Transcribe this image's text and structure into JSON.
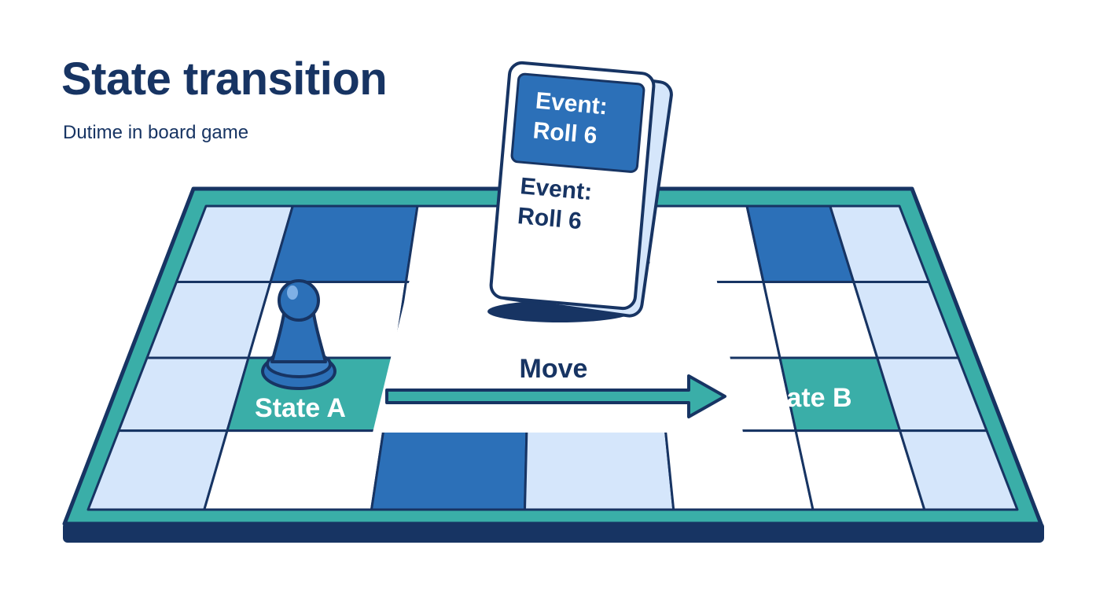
{
  "header": {
    "title": "State transition",
    "subtitle": "Dutime in board game"
  },
  "board": {
    "rows": 4,
    "cols": 7,
    "squares": [
      [
        "light",
        "dark",
        "white",
        "white",
        "white",
        "dark",
        "light"
      ],
      [
        "light",
        "white",
        "white",
        "white",
        "white",
        "white",
        "light"
      ],
      [
        "light",
        "state",
        "white",
        "white",
        "white",
        "state",
        "light"
      ],
      [
        "light",
        "white",
        "dark",
        "light",
        "white",
        "white",
        "light"
      ]
    ],
    "colors": {
      "frame": "#3aaea8",
      "outline": "#173463",
      "light": "#d5e6fb",
      "dark": "#2c70b8",
      "white": "#ffffff",
      "state": "#3aaea8",
      "path": "#ffffff"
    }
  },
  "states": {
    "a_label": "State A",
    "b_label": "State B"
  },
  "transition": {
    "label": "Move"
  },
  "card": {
    "front_label_line1": "Event:",
    "front_label_line2": "Roll 6",
    "body_label_line1": "Event:",
    "body_label_line2": "Roll 6"
  },
  "pawn": {
    "color": "#2c70b8"
  }
}
